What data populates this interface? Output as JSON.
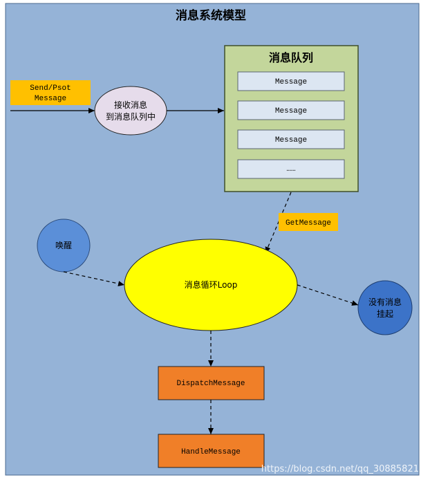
{
  "diagram": {
    "title": "消息系统模型",
    "queue": {
      "title": "消息队列",
      "items": [
        "Message",
        "Message",
        "Message",
        "……"
      ]
    },
    "send_label_line1": "Send/Psot",
    "send_label_line2": "Message",
    "receive_line1": "接收消息",
    "receive_line2": "到消息队列中",
    "get_message": "GetMessage",
    "wake": "唤醒",
    "loop": "消息循环Loop",
    "suspend_line1": "没有消息",
    "suspend_line2": "挂起",
    "dispatch": "DispatchMessage",
    "handle": "HandleMessage"
  },
  "watermark": "https://blog.csdn.net/qq_30885821",
  "colors": {
    "background": "#95B3D7",
    "queue_fill": "#C3D69B",
    "queue_item_fill": "#DCE6F2",
    "label_orange": "#FFC000",
    "receive_fill": "#E6DCEB",
    "wake_fill": "#5B8FD8",
    "loop_fill": "#FFFF00",
    "suspend_fill": "#3C73C8",
    "process_fill": "#F07F28"
  }
}
